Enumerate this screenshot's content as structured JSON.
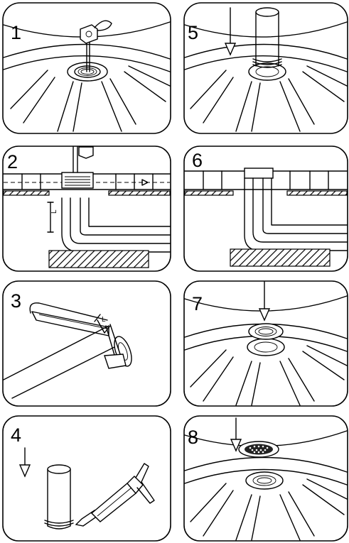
{
  "steps": [
    {
      "number": "1"
    },
    {
      "number": "2"
    },
    {
      "number": "3"
    },
    {
      "number": "4"
    },
    {
      "number": "5"
    },
    {
      "number": "6"
    },
    {
      "number": "7"
    },
    {
      "number": "8"
    }
  ],
  "labels": {
    "dimension_L_step2": "L",
    "dimension_L_step3": "L"
  }
}
